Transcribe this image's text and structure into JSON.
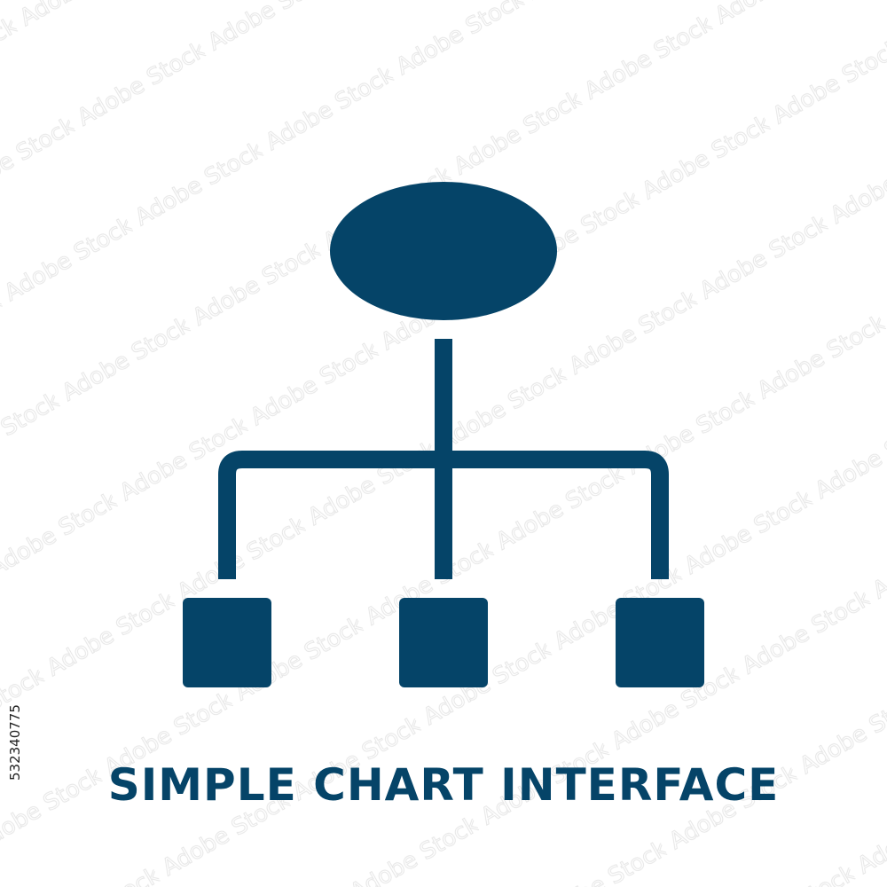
{
  "caption": "SIMPLE CHART INTERFACE",
  "stock_id": "532340775",
  "watermark_text": "Adobe Stock",
  "colors": {
    "icon": "#054468",
    "background": "#ffffff",
    "caption": "#054468",
    "stock_id": "#222222"
  },
  "icon_name": "hierarchy-org-chart-icon"
}
